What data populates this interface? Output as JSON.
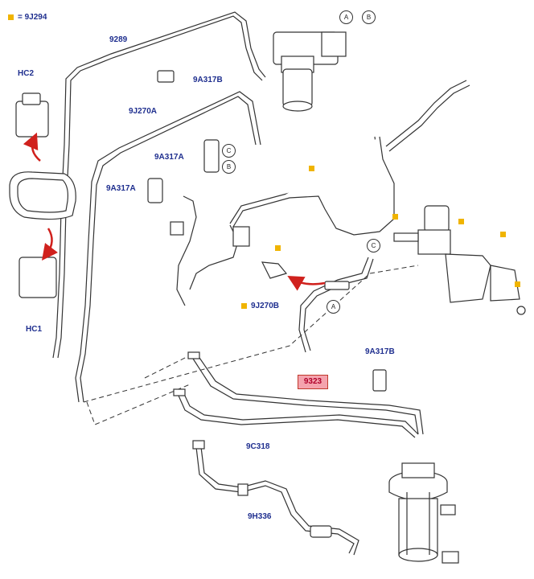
{
  "legend": {
    "marker_color": "#f0b400",
    "text": "= 9J294"
  },
  "labels": {
    "l9289": "9289",
    "l9a317b_top": "9A317B",
    "lhc2": "HC2",
    "l9j270a": "9J270A",
    "l9a317a_1": "9A317A",
    "l9a317a_2": "9A317A",
    "lhc1": "HC1",
    "l9j270b": "9J270B",
    "l9a317b_bot": "9A317B",
    "l9323": "9323",
    "l9c318": "9C318",
    "l9h336": "9H336"
  },
  "callouts": {
    "a1": "A",
    "b1": "B",
    "c1": "C",
    "b2": "B",
    "c2": "C",
    "a2": "A"
  },
  "colors": {
    "label": "#1f2f8f",
    "highlight_fill": "#f4a3ad",
    "highlight_text": "#b0002a",
    "arrow": "#d0211d",
    "marker": "#f0b400"
  }
}
